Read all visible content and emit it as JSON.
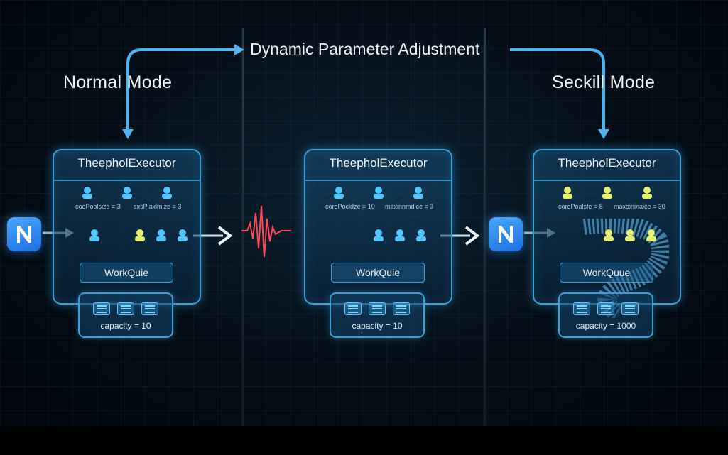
{
  "flow_label": "Dynamic Parameter Adjustment",
  "modes": [
    {
      "title": "Normal Mode",
      "executor": "TheepholExecutor",
      "param_left": "coePoolsize = 3",
      "param_right": "sxsPlaxlmize = 3",
      "queue": "WorkQuie",
      "capacity": "capacity = 10"
    },
    {
      "title": "",
      "executor": "TheepholExecutor",
      "param_left": "corePocldze = 10",
      "param_right": "maxinnmdice = 3",
      "queue": "WorkQuie",
      "capacity": "capacity = 10"
    },
    {
      "title": "Seckill Mode",
      "executor": "TheepholExecutor",
      "param_left": "corePoalsfe = 8",
      "param_right": "maxaininaice = 30",
      "queue": "WorkQuue",
      "capacity": "capacity = 1000"
    }
  ],
  "colors": {
    "accent": "#3a9fd6",
    "worker_active": "#e6f06a",
    "worker_idle": "#4fc6ff",
    "pulse": "#ff4a5a"
  },
  "icons": [
    "user-icon",
    "queue-icon",
    "n-logo-icon",
    "waveform-icon"
  ]
}
